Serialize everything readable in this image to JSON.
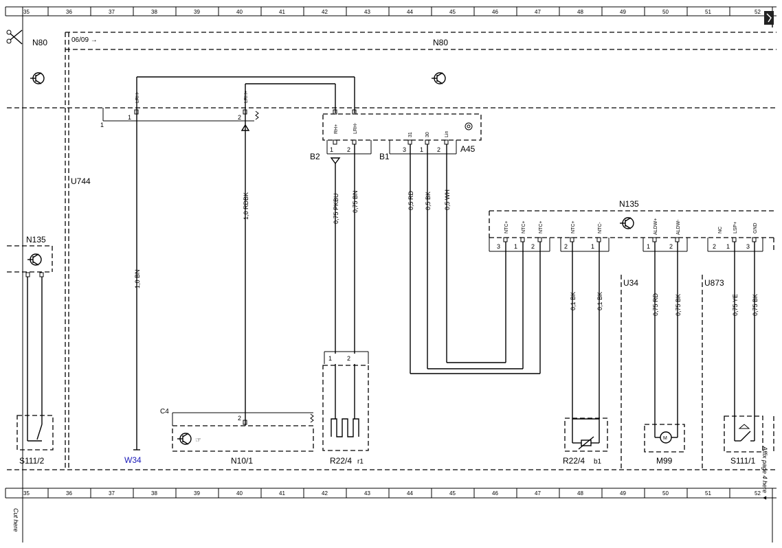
{
  "ruler": {
    "columns": [
      "35",
      "36",
      "37",
      "38",
      "39",
      "40",
      "41",
      "42",
      "43",
      "44",
      "45",
      "46",
      "47",
      "48",
      "49",
      "50",
      "51",
      "52"
    ]
  },
  "labels": {
    "n80_left": "N80",
    "n80_main": "N80",
    "date_arrow": "06/09 →",
    "u744": "U744",
    "n135_left": "N135",
    "n135_right": "N135",
    "u34": "U34",
    "u873": "U873",
    "a45": "A45",
    "b2": "B2",
    "b1": "B1",
    "c4": "C4",
    "n10_1": "N10/1",
    "w34": "W34",
    "r22_4_r1": "R22/4",
    "r1": "r1",
    "r22_4_b1": "R22/4",
    "b1_suffix": "b1",
    "m99": "M99",
    "s111_1": "S111/1",
    "s111_2": "S111/2",
    "connector_1": "1"
  },
  "pins": {
    "lrh_minus": "LRH-",
    "lrh_plus": "LRH+",
    "rh_plus": "RH+",
    "lrh_minus2": "LRH-",
    "p31": "31",
    "p30": "30",
    "lin": "Lin",
    "ntc_plus": "NTC+",
    "ntc_minus": "NTC-",
    "aldw_plus": "ALDW+",
    "aldw_minus": "ALDW-",
    "nc": "NC",
    "lsp_plus": "LSP+",
    "gnd": "GND"
  },
  "wires": {
    "w_10bn": "1,0 BN",
    "w_10rdbk": "1,0 RDBK",
    "w_075pkbu": "0,75 PKBU",
    "w_075bn": "0,75 BN",
    "w_05rd": "0,5 RD",
    "w_05bk": "0,5 BK",
    "w_05wh": "0,5 WH",
    "w_01bk_a": "0,1 BK",
    "w_01bk_b": "0,1 BK",
    "w_075rd": "0,75 RD",
    "w_075bk": "0,75 BK",
    "w_075ye": "0,75 YE",
    "w_075bk2": "0,75 BK"
  },
  "margin_text": {
    "cut_here": "Cut here",
    "affix_page": "Affix page 4 here ▼"
  }
}
